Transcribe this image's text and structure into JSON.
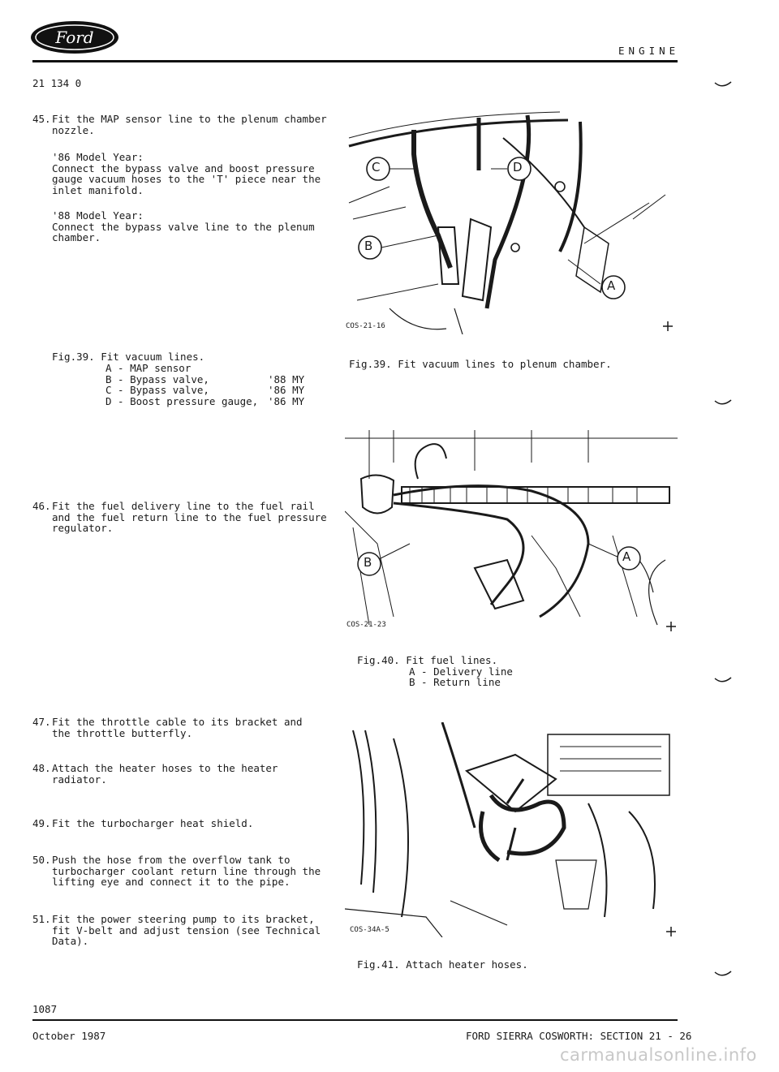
{
  "header": {
    "logo_text": "Ford",
    "section_title": "ENGINE",
    "doc_number": "21 134 0"
  },
  "steps": [
    {
      "num": "45.",
      "lines": [
        "Fit the MAP sensor line to the plenum chamber",
        "nozzle."
      ]
    },
    {
      "num": "46.",
      "lines": [
        "Fit the fuel delivery line to the fuel rail",
        "and the fuel return line to the fuel pressure",
        "regulator."
      ]
    },
    {
      "num": "47.",
      "lines": [
        "Fit the throttle cable to its bracket and",
        "the throttle butterfly."
      ]
    },
    {
      "num": "48.",
      "lines": [
        "Attach the heater hoses to the heater",
        "radiator."
      ]
    },
    {
      "num": "49.",
      "lines": [
        "Fit the turbocharger heat shield."
      ]
    },
    {
      "num": "50.",
      "lines": [
        "Push the hose from the overflow tank to",
        "turbocharger coolant return line through the",
        "lifting eye and connect it to the pipe."
      ]
    },
    {
      "num": "51.",
      "lines": [
        "Fit the power steering pump to its bracket,",
        "fit V-belt and adjust tension (see Technical",
        "Data)."
      ]
    }
  ],
  "notes": {
    "note_86_title": "'86 Model Year:",
    "note_86_lines": [
      "Connect the bypass valve and boost pressure",
      "gauge vacuum hoses to the 'T' piece near the",
      "inlet manifold."
    ],
    "note_88_title": "'88 Model Year:",
    "note_88_lines": [
      "Connect the bypass valve line to the plenum",
      "chamber."
    ]
  },
  "fig39_legend": {
    "title": "Fig.39. Fit vacuum lines.",
    "items": [
      {
        "key": "A - MAP sensor",
        "year": ""
      },
      {
        "key": "B - Bypass valve,",
        "year": "'88 MY"
      },
      {
        "key": "C - Bypass valve,",
        "year": "'86 MY"
      },
      {
        "key": "D - Boost pressure gauge,",
        "year": "'86 MY"
      }
    ]
  },
  "figures": {
    "fig39": {
      "code": "COS-21-16",
      "callouts": [
        "C",
        "D",
        "B",
        "A"
      ],
      "caption": "Fig.39. Fit vacuum lines to plenum chamber."
    },
    "fig40": {
      "code": "COS-21-23",
      "callouts": [
        "B",
        "A"
      ],
      "caption_title": "Fig.40. Fit fuel lines.",
      "caption_items": [
        "A - Delivery line",
        "B - Return line"
      ]
    },
    "fig41": {
      "code": "COS-34A-5",
      "caption": "Fig.41. Attach heater hoses."
    }
  },
  "footer": {
    "page_number": "1087",
    "date": "October 1987",
    "section": "FORD SIERRA COSWORTH: SECTION 21 - 26",
    "watermark": "carmanualsonline.info"
  },
  "colors": {
    "ink": "#1a1a1a",
    "paper": "#ffffff",
    "watermark": "#c8c8c8"
  }
}
